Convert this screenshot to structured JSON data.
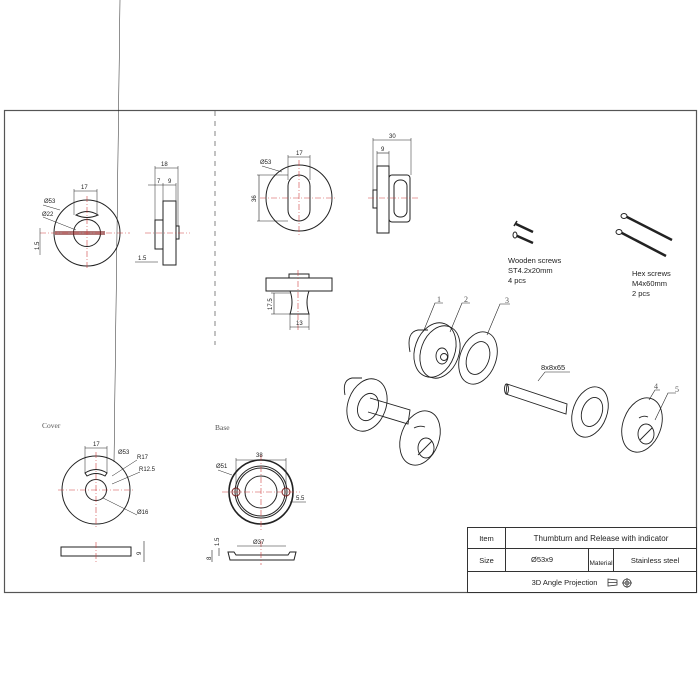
{
  "drawing": {
    "colors": {
      "line": "#222222",
      "centerline": "#d04040",
      "frame": "#555555"
    },
    "top_left_view": {
      "front": {
        "dims": {
          "width_slot": "17",
          "outer_dia": "Ø53",
          "inner_dia": "Ø22",
          "slot_height": "1.5"
        }
      },
      "side": {
        "dims": {
          "overall": "18",
          "part_a": "7",
          "part_b": "9",
          "step": "1.5"
        }
      }
    },
    "top_mid_view": {
      "front": {
        "dims": {
          "slot_width": "17",
          "outer_dia": "Ø53",
          "height": "36"
        }
      },
      "side": {
        "dims": {
          "overall": "30",
          "flange": "9"
        }
      },
      "bottom": {
        "dims": {
          "height": "17.5",
          "neck": "13"
        }
      }
    },
    "cover_view": {
      "label": "Cover",
      "dims": {
        "slot_width": "17",
        "outer_dia": "Ø53",
        "r1": "R17",
        "r2": "R12.5",
        "hole": "Ø16",
        "thickness": "9"
      }
    },
    "base_view": {
      "label": "Base",
      "dims": {
        "hole_spacing": "38",
        "outer_dia": "Ø51",
        "hole_dia": "5.5",
        "inner_dia": "Ø37",
        "rim": "1.5",
        "height": "8"
      }
    },
    "accessories": {
      "wooden_screws": {
        "name": "Wooden screws",
        "spec": "ST4.2x20mm",
        "qty": "4 pcs"
      },
      "hex_screws": {
        "name": "Hex screws",
        "spec": "M4x60mm",
        "qty": "2 pcs"
      }
    },
    "exploded_view": {
      "callouts": [
        "1",
        "2",
        "3",
        "4",
        "5"
      ],
      "spindle_label": "8x8x65"
    }
  },
  "title_block": {
    "item_label": "Item",
    "item_value": "Thumbturn and Release  with indicator",
    "size_label": "Size",
    "size_value": "Ø53x9",
    "material_label": "Material",
    "material_value": "Stainless steel",
    "projection_label": "3D Angle Projection",
    "projection_icons": [
      "projection-frustum-icon",
      "projection-globe-icon"
    ]
  }
}
